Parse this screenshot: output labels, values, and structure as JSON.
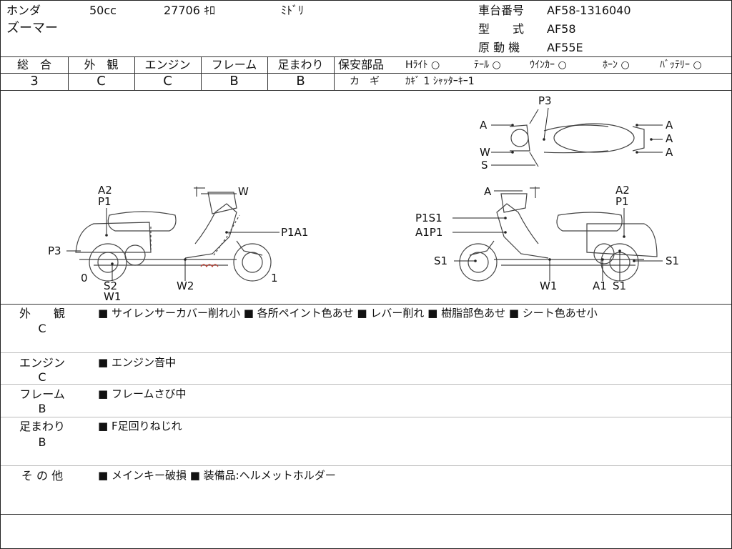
{
  "header": {
    "maker": "ホンダ",
    "displacement": "50cc",
    "mileage": "27706 ｷﾛ",
    "color": "ﾐﾄﾞﾘ",
    "model_name": "ズーマー",
    "frame_no_label": "車台番号",
    "frame_no": "AF58-1316040",
    "type_label": "型　　式",
    "type": "AF58",
    "engine_label": "原 動 機",
    "engine": "AF55E"
  },
  "grades": [
    {
      "label": "総　合",
      "value": "3"
    },
    {
      "label": "外　観",
      "value": "C"
    },
    {
      "label": "エンジン",
      "value": "C"
    },
    {
      "label": "フレーム",
      "value": "B"
    },
    {
      "label": "足まわり",
      "value": "B"
    }
  ],
  "safety": {
    "label": "保安部品",
    "items": [
      "Hﾗｲﾄ ○",
      "ﾃｰﾙ ○",
      "ｳｲﾝｶｰ ○",
      "ﾎｰﾝ ○",
      "ﾊﾞｯﾃﾘｰ ○"
    ],
    "key_label": "カ　ギ",
    "key_value": "ｶｷﾞ 1 ｼｬｯﾀｰｷｰ1"
  },
  "diagram_labels": {
    "left": [
      "A2",
      "P1",
      "W",
      "P1A1",
      "P3",
      "0",
      "S2",
      "W1",
      "W2",
      "1"
    ],
    "right": [
      "A",
      "A2",
      "P1",
      "P1S1",
      "A1P1",
      "S1",
      "W1",
      "A1",
      "S1",
      "S1"
    ],
    "top": [
      "P3",
      "A",
      "A",
      "A",
      "A",
      "W",
      "S"
    ]
  },
  "remarks": [
    {
      "label": "外　　観",
      "grade": "C",
      "text": "■ サイレンサーカバー削れ小 ■ 各所ペイント色あせ ■ レバー削れ ■ 樹脂部色あせ ■ シート色あせ小"
    },
    {
      "label": "エンジン",
      "grade": "C",
      "text": "■ エンジン音中"
    },
    {
      "label": "フレーム",
      "grade": "B",
      "text": "■ フレームさび中"
    },
    {
      "label": "足まわり",
      "grade": "B",
      "text": "■ F足回りねじれ"
    },
    {
      "label": "そ の 他",
      "grade": "",
      "text": "■ メインキー破損 ■ 装備品:ヘルメットホルダー"
    }
  ]
}
